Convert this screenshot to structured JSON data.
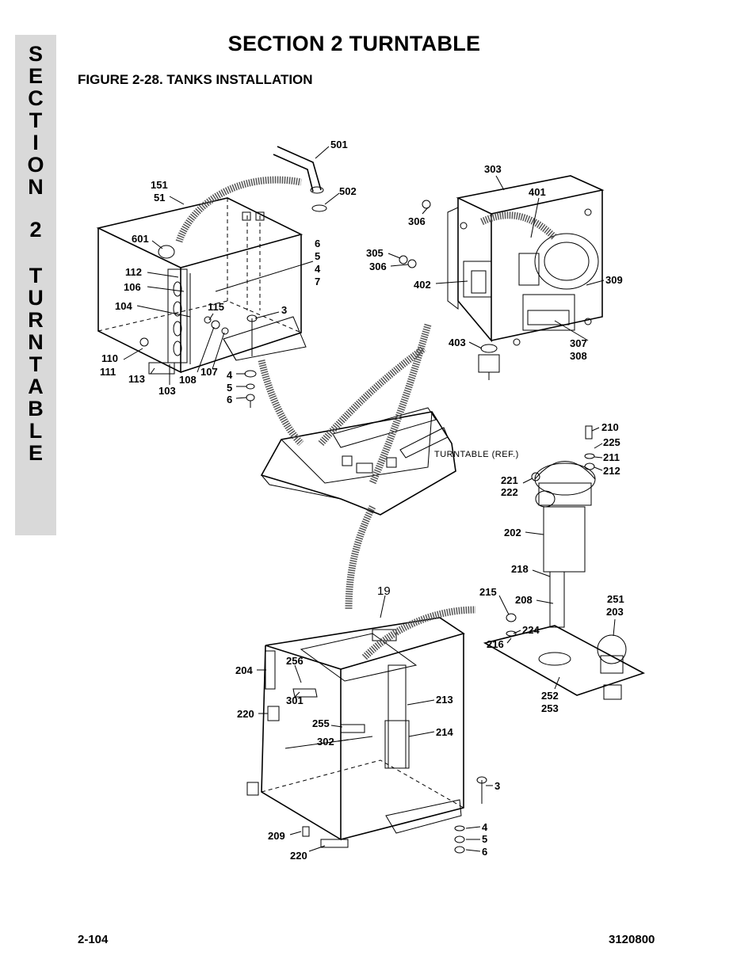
{
  "side_tab": {
    "letters": [
      "S",
      "E",
      "C",
      "T",
      "I",
      "O",
      "N",
      "2",
      "T",
      "U",
      "R",
      "N",
      "T",
      "A",
      "B",
      "L",
      "E"
    ]
  },
  "header": {
    "title": "SECTION 2  TURNTABLE",
    "figure_caption": "FIGURE 2-28.  TANKS INSTALLATION"
  },
  "figure": {
    "turntable_ref": "TURNTABLE (REF.)",
    "labels": {
      "l501": "501",
      "l502": "502",
      "l151": "151",
      "l51": "51",
      "l601": "601",
      "l6a": "6",
      "l5a": "5",
      "l4a": "4",
      "l7": "7",
      "l112": "112",
      "l106": "106",
      "l104": "104",
      "l115": "115",
      "l3a": "3",
      "l110": "110",
      "l111": "111",
      "l113": "113",
      "l103": "103",
      "l108": "108",
      "l107": "107",
      "l4b": "4",
      "l5b": "5",
      "l6b": "6",
      "l303": "303",
      "l401": "401",
      "l306a": "306",
      "l305": "305",
      "l306b": "306",
      "l402": "402",
      "l309": "309",
      "l403": "403",
      "l307": "307",
      "l308": "308",
      "l210": "210",
      "l225": "225",
      "l211": "211",
      "l212": "212",
      "l221": "221",
      "l222": "222",
      "l202": "202",
      "l218": "218",
      "l215": "215",
      "l208": "208",
      "l224": "224",
      "l216": "216",
      "l251": "251",
      "l203": "203",
      "l252": "252",
      "l253": "253",
      "l19": "19",
      "l204": "204",
      "l256": "256",
      "l301": "301",
      "l213": "213",
      "l220a": "220",
      "l255": "255",
      "l214": "214",
      "l302": "302",
      "l3b": "3",
      "l4c": "4",
      "l5c": "5",
      "l6c": "6",
      "l209": "209",
      "l220b": "220"
    }
  },
  "footer": {
    "page_number": "2-104",
    "doc_number": "3120800"
  }
}
